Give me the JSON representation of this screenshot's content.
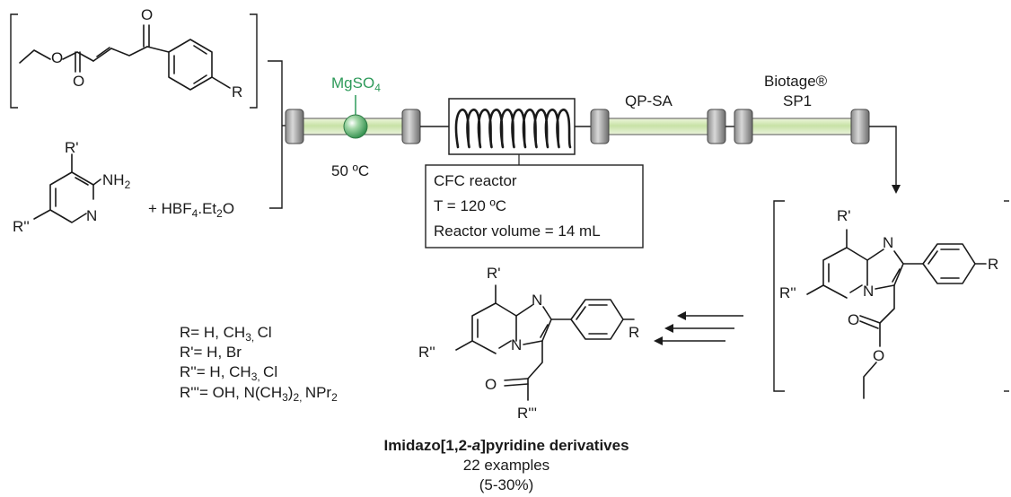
{
  "reactants": {
    "ring_R": "R",
    "aminopyridine": {
      "r_prime": "R'",
      "r_double": "R''",
      "nh2": "NH",
      "nh2_sub": "2",
      "ring_n": "N"
    },
    "acid": {
      "plus_name": "+ HBF",
      "sub4": "4",
      "mid": ".Et",
      "sub2": "2",
      "tail": "O"
    }
  },
  "cartridge_1": {
    "reagent": "MgSO",
    "reagent_sub": "4",
    "reagent_color": "#2e9a5a",
    "temperature": "50 ºC"
  },
  "coil_reactor": {
    "line1": "CFC reactor",
    "line2": "T = 120 ºC",
    "line3": "Reactor volume = 14 mL"
  },
  "cartridge_2": {
    "label": "QP-SA"
  },
  "cartridge_3": {
    "label_line1": "Biotage®",
    "label_line2": "SP1"
  },
  "intermediate": {
    "r_prime": "R'",
    "r_double": "R''",
    "r_para": "R",
    "n1": "N",
    "n2": "N",
    "o_carbonyl": "O",
    "o_ester": "O"
  },
  "product": {
    "r_prime": "R'",
    "r_double": "R''",
    "r_para": "R",
    "r_triple": "R'''",
    "n1": "N",
    "n2": "N",
    "o_carbonyl": "O"
  },
  "substituents": {
    "r": {
      "pre": "R= H, CH",
      "sub": "3, ",
      "post": "Cl"
    },
    "r1": {
      "text": "R'= H, Br"
    },
    "r2": {
      "pre": "R''= H, CH",
      "sub": "3, ",
      "post": "Cl"
    },
    "r3": {
      "pre": "R'''= OH, N(CH",
      "sub1": "3",
      "mid": ")",
      "sub2": "2, ",
      "post": "NPr",
      "sub3": "2"
    }
  },
  "caption": {
    "title_pre": "Imidazo[1,2-",
    "title_ital": "a",
    "title_post": "]pyridine derivatives",
    "line2": "22 examples",
    "line3": "(5-30%)"
  }
}
